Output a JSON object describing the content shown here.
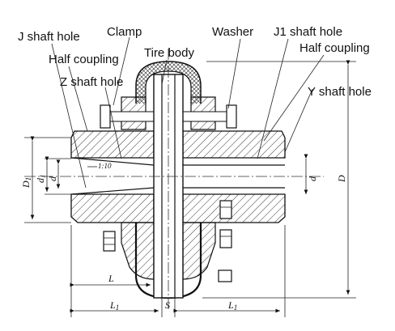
{
  "callouts": {
    "j_shaft_hole": "J shaft hole",
    "clamp": "Clamp",
    "washer": "Washer",
    "j1_shaft_hole": "J1 shaft hole",
    "half_coupling_left": "Half coupling",
    "tire_body": "Tire body",
    "half_coupling_right": "Half coupling",
    "z_shaft_hole": "Z shaft hole",
    "y_shaft_hole": "Y shaft hole"
  },
  "dimensions": {
    "D": "D",
    "D1": "D",
    "D1_sub": "1",
    "d1": "d",
    "d1_sub": "1",
    "d_left": "d",
    "d_right": "d",
    "L_top": "L",
    "L1_left": "L",
    "L1_left_sub": "1",
    "S": "S",
    "L1_right": "L",
    "L1_right_sub": "1",
    "taper": "1:10"
  },
  "colors": {
    "line": "#111111",
    "background": "#ffffff"
  }
}
